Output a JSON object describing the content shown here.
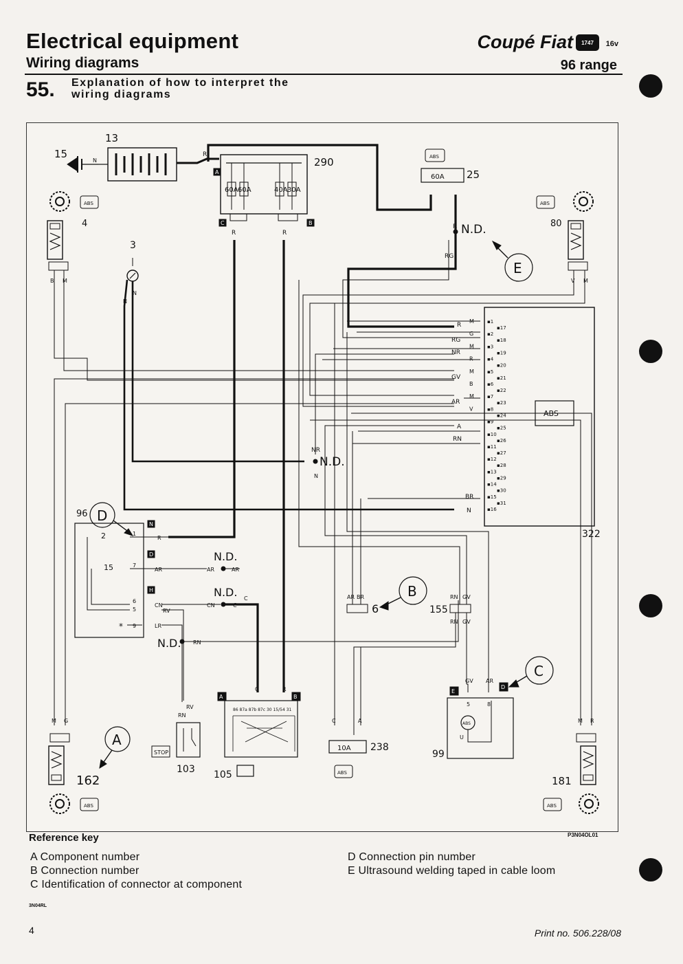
{
  "header": {
    "title": "Electrical equipment",
    "subtitle": "Wiring diagrams",
    "brand": "Coupé Fiat",
    "brand_badge": "1747",
    "brand_suffix": "16v",
    "range": "96 range",
    "section_number": "55.",
    "section_title_line1": "Explanation of how to interpret the",
    "section_title_line2": "wiring diagrams"
  },
  "diagram": {
    "components": {
      "c13": "13",
      "c15": "15",
      "c290": "290",
      "c25": "25",
      "c25_fuse": "60A",
      "c4": "4",
      "c80": "80",
      "c3": "3",
      "c322": "322",
      "c96": "96",
      "c6": "6",
      "c155": "155",
      "c99": "99",
      "c162": "162",
      "c181": "181",
      "c103": "103",
      "c105": "105",
      "c238": "238",
      "c238_fuse": "10A"
    },
    "fuses_290": [
      "60A",
      "60A",
      "40A",
      "30A"
    ],
    "connector_letters": {
      "a": "A",
      "b": "B",
      "c": "C",
      "d": "D",
      "e": "E",
      "n": "N",
      "h": "H"
    },
    "callouts": {
      "a": "A",
      "b": "B",
      "c": "C",
      "d": "D",
      "e": "E"
    },
    "nd_label": "N.D.",
    "abs_label": "ABS",
    "stop_label": "STOP",
    "fuses_96": [
      "2",
      "15"
    ],
    "star": "*",
    "pins_322_left": [
      "1",
      "2",
      "3",
      "4",
      "5",
      "6",
      "7",
      "8",
      "9",
      "10",
      "11",
      "12",
      "13",
      "14",
      "15",
      "16"
    ],
    "pins_322_right": [
      "17",
      "18",
      "19",
      "20",
      "21",
      "22",
      "23",
      "24",
      "25",
      "26",
      "27",
      "28",
      "29",
      "30",
      "31"
    ],
    "wires_322": [
      {
        "pin": "1",
        "label": "M"
      },
      {
        "pin": "2",
        "label": "G"
      },
      {
        "pin": "3",
        "label": "M"
      },
      {
        "pin": "4",
        "label": "R"
      },
      {
        "pin": "5",
        "label": "M"
      },
      {
        "pin": "6",
        "label": "B"
      },
      {
        "pin": "7",
        "label": "M"
      },
      {
        "pin": "8",
        "label": "V"
      }
    ],
    "wires_322_right": [
      {
        "pin": "17",
        "label": "R"
      },
      {
        "pin": "18",
        "label": "RG"
      },
      {
        "pin": "19",
        "label": "NR"
      },
      {
        "pin": "21",
        "label": "GV"
      },
      {
        "pin": "23",
        "label": "AR"
      },
      {
        "pin": "25",
        "label": "A"
      },
      {
        "pin": "26",
        "label": "RN"
      },
      {
        "pin": "31",
        "label": "BR"
      },
      {
        "pin": "16",
        "label": "N"
      }
    ],
    "wire_labels": {
      "r": "R",
      "n": "N",
      "b": "B",
      "m": "M",
      "v": "V",
      "g": "G",
      "nr": "NR",
      "rg": "RG",
      "ar": "AR",
      "br": "BR",
      "rn": "RN",
      "gv": "GV",
      "cn": "CN",
      "rv": "RV",
      "lr": "LR",
      "c": "C",
      "a": "A"
    },
    "pins_96": [
      "1",
      "7",
      "6",
      "5",
      "9"
    ],
    "pins_99": [
      "5",
      "8"
    ],
    "pin_99_u": "U",
    "relay_105_terminals": "86 87a 87b 87c 30 15/54 31",
    "figure_code": "P3N04OL01"
  },
  "reference_key": {
    "title": "Reference key",
    "items_left": [
      "A  Component number",
      "B  Connection number",
      "C  Identification of connector at component"
    ],
    "items_right": [
      "D  Connection pin number",
      "E  Ultrasound welding taped in cable loom"
    ]
  },
  "footer": {
    "small_code": "3N04RL",
    "page_number": "4",
    "print_no": "Print no. 506.228/08"
  }
}
